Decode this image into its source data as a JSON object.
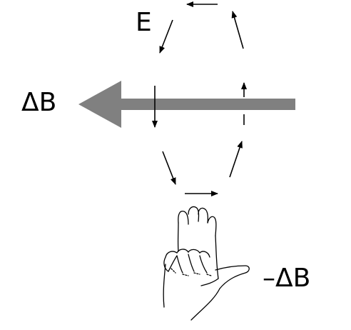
{
  "labels": {
    "electric_field": "E",
    "delta_b": "ΔB",
    "induced_delta_b": "–ΔB"
  },
  "icons": {
    "field_loop": "circulating-arrows",
    "hand": "right-hand-curl"
  },
  "colors": {
    "field_arrow": "#808080",
    "ink": "#000000",
    "background": "#ffffff"
  }
}
